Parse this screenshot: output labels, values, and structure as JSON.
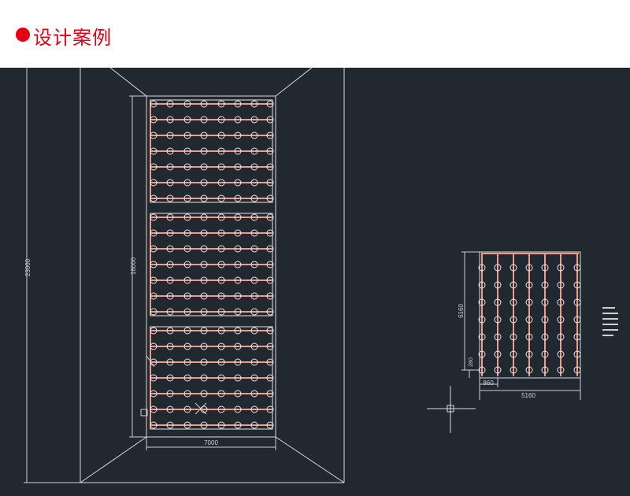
{
  "header": {
    "title": "设计案例"
  },
  "colors": {
    "accent": "#e60012",
    "canvas": "#212830",
    "line": "#e6e6e6",
    "pipe": "#f09a8e"
  },
  "drawing": {
    "outer_height_label": "23000",
    "inner_height_label": "18000",
    "width_label": "7000",
    "small_height_label": "6160",
    "small_offset_label": "860",
    "small_width_label": "5160",
    "small_bottom_label": "280"
  }
}
